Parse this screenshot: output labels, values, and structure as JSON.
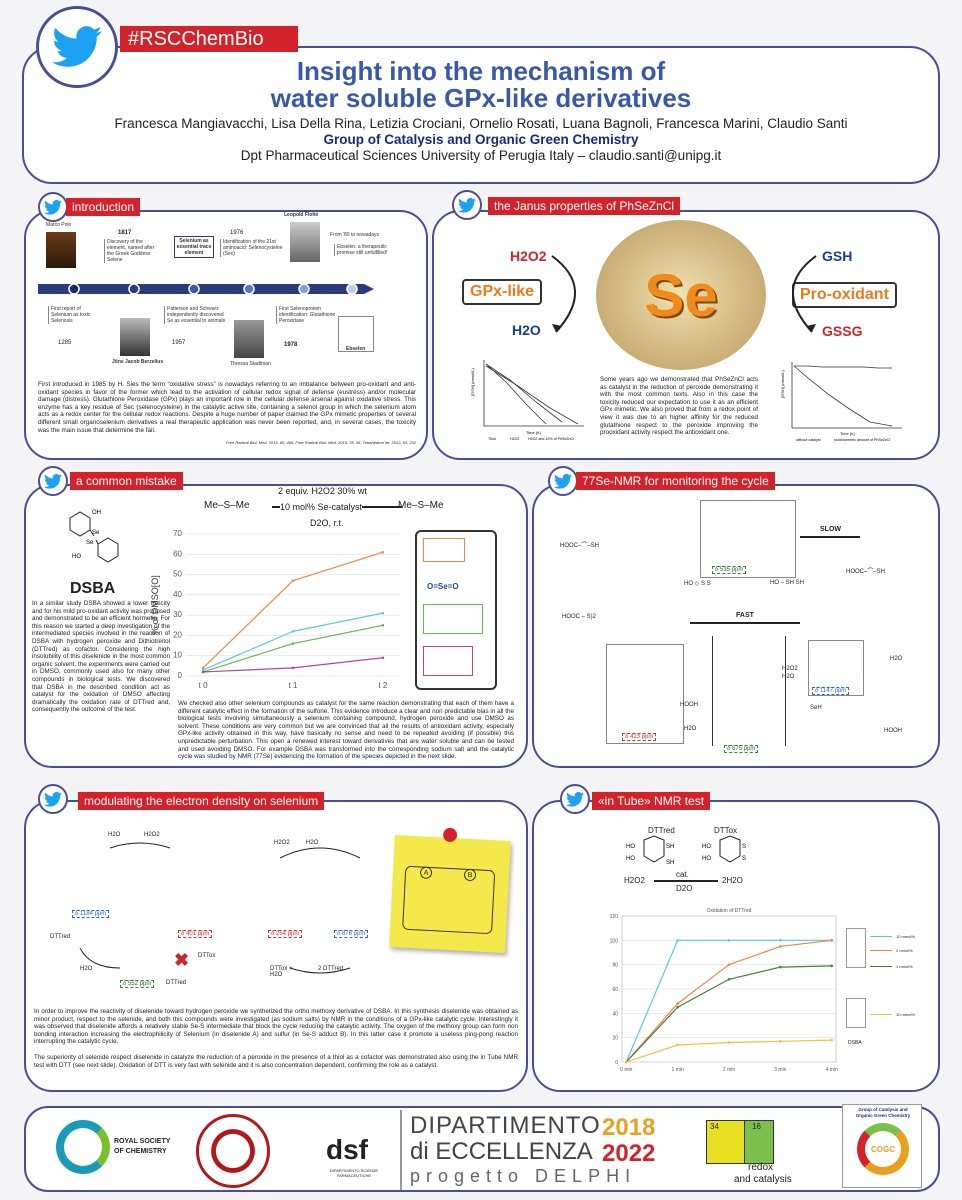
{
  "hashtag": "#RSCChemBio",
  "title_line1": "Insight into the mechanism of",
  "title_line2": "water soluble GPx-like derivatives",
  "authors": "Francesca Mangiavacchi, Lisa Della Rina, Letizia Crociani, Ornelio Rosati, Luana Bagnoli, Francesca Marini, Claudio Santi",
  "group": "Group of Catalysis and Organic Green Chemistry",
  "affiliation": "Dpt Pharmaceutical Sciences University of Perugia Italy – claudio.santi@unipg.it",
  "sections": {
    "intro": "introduction",
    "janus": "the Janus properties of PhSeZnCl",
    "mistake": "a common mistake",
    "nmr": "77Se-NMR for monitoring the cycle",
    "modulating": "modulating the electron density on selenium",
    "tube": "«in Tube» NMR test"
  },
  "timeline": {
    "marco_polo": "Marco Polo",
    "y1817": "1817",
    "e1817": "Discovery of the element, named after the Greek Goddess Selene",
    "essential": "Selenium as essential trace element",
    "y1976": "1976",
    "e1976": "Identification of the 21st aminoacid: Selenocysteine (Sec)",
    "flohe": "Leopold Flohé",
    "from80": "From '80 to nowadays",
    "ebselen_txt": "Ebselen: a therapeutic promise still unfulfilled!",
    "e1285": "First report of Selenium as toxic: Selenosis",
    "y1285": "1285",
    "berzelius": "Jöns Jacob Berzelius",
    "e1957": "Patterson and Schwarz independently discovered Se as essential to animals",
    "y1957": "1957",
    "stadtman": "Thressa Stadtman",
    "e1978": "First Selenoprotein identification: Glutathione Peroxidase",
    "y1978": "1978",
    "ebselen": "Ebselen"
  },
  "intro_text": "First introduced in 1985 by H. Sies the term “oxidative stress” is nowadays referring to an imbalance between pro-oxidant and anti-oxidant species in favor of the former which lead to the activation of cellular redox signal of defense (eustress) and/or molecular damage (distress). Glutathione Peroxidase (GPx) plays an important role in the cellular defense arsenal against oxidative stress. This enzyme has a key residue of Sec (selenocysteine) in the catalytic active site, containing a selenol group in which the selenium atom acts as a redox center for the cellular redox reactions. Despite a huge number of paper claimed the GPx mimetic properties of several different small organoselenium derivatives a real therapeutic application was never been reported, and, in several cases, the toxicity was the main issue that determine the fail.",
  "intro_ref": "Free Radical Biol. Med. 2015, 80, 466; Free Radical Biol. Med. 2015, 78, 56; Tetrahedron let. 2012, 53, 232",
  "janus": {
    "h2o2": "H2O2",
    "gpx": "GPx-like",
    "h2o": "H2O",
    "se": "Se",
    "gsh": "GSH",
    "prox": "Pro-oxidant",
    "gssg": "GSSG",
    "text": "Some years ago we demonstrated that PhSeZnCl acts as catalyst in the reduction of peroxide demonstrating it with the most common texts. Also in this case the toxicity reduced our expectation to use it as an efficient GPx mimetic. We also proved that from a redox point of view it was due to an higher affinity for the reduced glutathione respect to the peroxide improving the prooxidant activity respect the antioxidant one.",
    "leg1a": "Thiol",
    "leg1b": "H2O2",
    "leg1c": "H2O2 and 10% of PhSeZnCl",
    "leg2a": "without catalyst",
    "leg2b": "stoichiometric amount of PhSeZnCl",
    "ax1y": "[GSH] (mmol/L)",
    "ax2y": "[GSH] (mmol/L)",
    "axx": "Time (h)"
  },
  "mistake": {
    "dsba": "DSBA",
    "text": "In a similar study DSBA showed a lower toxicity and for his mild pro-oxidant activity was proposed and demonstrated to be an efficient hormetin. For this reason we started a deep investigation of the intermediated species involved in the reaction of DSBA with hydrogen peroxide and Dithiotreitol (DTTred) as cofactor. Considering the high insolubility of this diselenide in the most common organic solvent, the experiments were carried out in DMSO, commonly used also for many other compounds in biological tests. We discovered that DSBA in the described condition act as catalyst for the oxidation of DMSO affecting dramatically the oxidation rate of DTTred and, consequently the outcome of the test.",
    "cond1": "2 equiv. H2O2 30% wt",
    "cond2": "10 mol% Se-catalyst",
    "cond3": "D2O, r.t.",
    "ose": "O=Se=O",
    "text2": "We checked also other selenium compounds as catalyst for the same reaction demonstrating that each of them have a different catalytic effect in the formation of the sulfone. This evidence introduce a clear and non predictable bias in all the biological tests involving simultaneously a selenium containing compound, hydrogen peroxide and use DMSO as solvent. These conditions are very common but we are convinced that all the results of antioxidant activity, especially GPx-like activity obtained in this way, have basically no sense and need to be repeated avoiding (if possible) this unpredictable perturbation. This open a renewed interest toward derivatives that are water soluble and can be tested and used avoiding DMSO. For example DSBA was transformed into the corresponding sodium salt and the catalytic cycle was studied by NMR (77Se) evidencing the formation of the species depicted in the next slide."
  },
  "nmr": {
    "slow": "SLOW",
    "fast": "FAST",
    "p535": "δ 535 ppm",
    "p423": "δ 423 ppm",
    "p675": "δ 675 ppm",
    "p1147": "δ 1147 ppm",
    "hooh": "HOOH",
    "h2o": "H2O",
    "h2o2": "H2O2"
  },
  "mod": {
    "p1184": "δ 1184 ppm",
    "p401": "δ 401 ppm",
    "p254": "δ 254 ppm",
    "p876": "δ 876 ppm",
    "p552": "δ 552 ppm",
    "h2o": "H2O",
    "h2o2": "H2O2",
    "dttred": "DTTred",
    "dttox": "DTTox + H2O",
    "dttred2": "2 DTTred",
    "dtt_ox": "DTTox",
    "dtt_red": "DTTred",
    "a": "A",
    "b": "B",
    "text": "In order to improve the reactivity of diselenide toward hydrogen peroxide we synthetized the ortho methoxy derivative of DSBA. In this synthesis diselenide was obtained as minor product, respect to the selenide, and both this compounds were investigated (as sodium salts) by NMR in the conditions of a GPx-like catalytic cycle. Interestingly it was observed that diselenide affords a relatively stable Se-S intermediate that block the cycle reducing the catalytic activity. The oxygen of the methoxy group can form non bonding interaction increasing the electrophilicity of Selenium (in diselenide A) and sulfur (in Se-S adduct B). In this latter case it promote a useless ping-pong reaction interrupting the catalytic cycle.",
    "text2": "The superiority of selenide respect diselenide in catalyze the reduction of a peroxide in the presence of a thiol as a cofactor was demonstrated also using the in Tube NMR test with DTT (see next slide). Oxidation of DTT is very fast with selenide and it is also concentration dependent, confirming the role as a catalyst."
  },
  "tube": {
    "dttred": "DTTred",
    "dttox": "DTTox",
    "cat": "cat.",
    "d2o": "D2O",
    "h2o2": "H2O2",
    "h2o": "2H2O",
    "dsba": "DSBA"
  },
  "logos": {
    "rsc1": "ROYAL SOCIETY",
    "rsc2": "OF CHEMISTRY",
    "dsf": "dsf",
    "dsf_sub": "DIPARTIMENTO SCIENZE FARMACEUTICHE",
    "dip": "DIPARTIMENTO",
    "ecc": "di ECCELLENZA",
    "y2018": "2018",
    "y2022": "2022",
    "prog": "progetto DELPHI",
    "se_n": "34",
    "s_n": "16",
    "redox": "redox",
    "catal": "and catalysis",
    "cogc1": "Group of Catalysis and",
    "cogc2": "Organic Green Chemistry",
    "cogc": "COGC"
  },
  "chart_data": [
    {
      "type": "line",
      "title": "",
      "xlabel": "",
      "ylabel": "% of DMSO[O]",
      "categories": [
        "t 0",
        "t 1",
        "t 2"
      ],
      "ylim": [
        0,
        70
      ],
      "yticks": [
        0,
        10,
        20,
        30,
        40,
        50,
        60,
        70
      ],
      "series": [
        {
          "color": "#e8894a",
          "values": [
            4,
            47,
            61
          ]
        },
        {
          "color": "#5ec6e6",
          "values": [
            3,
            22,
            31
          ]
        },
        {
          "color": "#6cb455",
          "values": [
            2,
            16,
            25
          ]
        },
        {
          "color": "#b04a8c",
          "values": [
            2,
            4,
            9
          ]
        }
      ]
    },
    {
      "type": "line",
      "title": "Oxidation of DTTred",
      "xlabel": "",
      "ylabel": "",
      "categories": [
        "0 min",
        "1 min",
        "2 min",
        "3 min",
        "4 min"
      ],
      "ylim": [
        0,
        120
      ],
      "yticks": [
        0,
        20,
        40,
        60,
        80,
        100,
        120
      ],
      "series": [
        {
          "name": "10 mmol%",
          "color": "#5ec6e6",
          "values": [
            0,
            100,
            100,
            100,
            100
          ]
        },
        {
          "name": "2 mmol%",
          "color": "#e8894a",
          "values": [
            0,
            48,
            80,
            95,
            100
          ]
        },
        {
          "name": "1 mmol%",
          "color": "#4a7a3a",
          "values": [
            0,
            45,
            68,
            78,
            79
          ]
        },
        {
          "name": "10 mmol%",
          "color": "#f0c040",
          "values": [
            0,
            14,
            16,
            17,
            18
          ]
        }
      ]
    }
  ]
}
